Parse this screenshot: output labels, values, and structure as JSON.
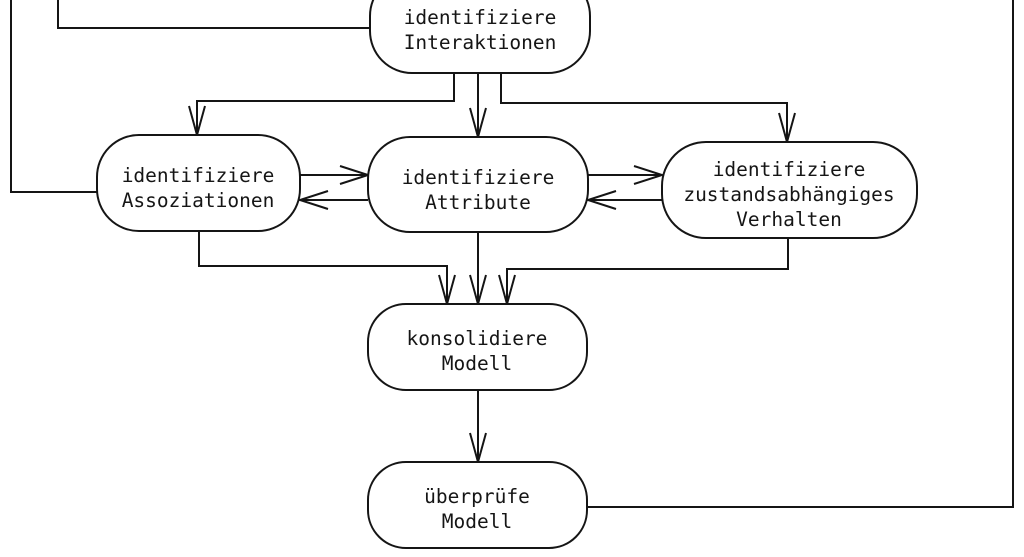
{
  "diagram": {
    "kind": "process-flowchart",
    "language": "de",
    "background_color": "#ffffff",
    "line_color": "#151515",
    "node_fill_color": "#ffffff",
    "nodes": [
      {
        "id": "identifiziere-interaktionen",
        "lines": [
          "identifiziere",
          "Interaktionen"
        ]
      },
      {
        "id": "identifiziere-assoziationen",
        "lines": [
          "identifiziere",
          "Assoziationen"
        ]
      },
      {
        "id": "identifiziere-attribute",
        "lines": [
          "identifiziere",
          "Attribute"
        ]
      },
      {
        "id": "identifiziere-zustandsabhaengiges-verhalten",
        "lines": [
          "identifiziere",
          "zustandsabhängiges",
          "Verhalten"
        ]
      },
      {
        "id": "konsolidiere-modell",
        "lines": [
          "konsolidiere",
          "Modell"
        ]
      },
      {
        "id": "ueberpruefe-modell",
        "lines": [
          "überprüfe",
          "Modell"
        ]
      }
    ],
    "edges": [
      {
        "from": "offscreen-top",
        "to": "identifiziere-assoziationen",
        "arrowhead": false
      },
      {
        "from": "offscreen-top",
        "to": "identifiziere-interaktionen",
        "arrowhead": false
      },
      {
        "from": "identifiziere-interaktionen",
        "to": "identifiziere-assoziationen",
        "arrowhead": true
      },
      {
        "from": "identifiziere-interaktionen",
        "to": "identifiziere-attribute",
        "arrowhead": true
      },
      {
        "from": "identifiziere-interaktionen",
        "to": "identifiziere-zustandsabhaengiges-verhalten",
        "arrowhead": true
      },
      {
        "from": "identifiziere-assoziationen",
        "to": "identifiziere-attribute",
        "arrowhead": true
      },
      {
        "from": "identifiziere-attribute",
        "to": "identifiziere-assoziationen",
        "arrowhead": true
      },
      {
        "from": "identifiziere-attribute",
        "to": "identifiziere-zustandsabhaengiges-verhalten",
        "arrowhead": true
      },
      {
        "from": "identifiziere-zustandsabhaengiges-verhalten",
        "to": "identifiziere-attribute",
        "arrowhead": true
      },
      {
        "from": "identifiziere-assoziationen",
        "to": "konsolidiere-modell",
        "arrowhead": true
      },
      {
        "from": "identifiziere-attribute",
        "to": "konsolidiere-modell",
        "arrowhead": true
      },
      {
        "from": "identifiziere-zustandsabhaengiges-verhalten",
        "to": "konsolidiere-modell",
        "arrowhead": true
      },
      {
        "from": "konsolidiere-modell",
        "to": "ueberpruefe-modell",
        "arrowhead": true
      },
      {
        "from": "ueberpruefe-modell",
        "to": "offscreen-top-right",
        "arrowhead": false
      }
    ]
  }
}
